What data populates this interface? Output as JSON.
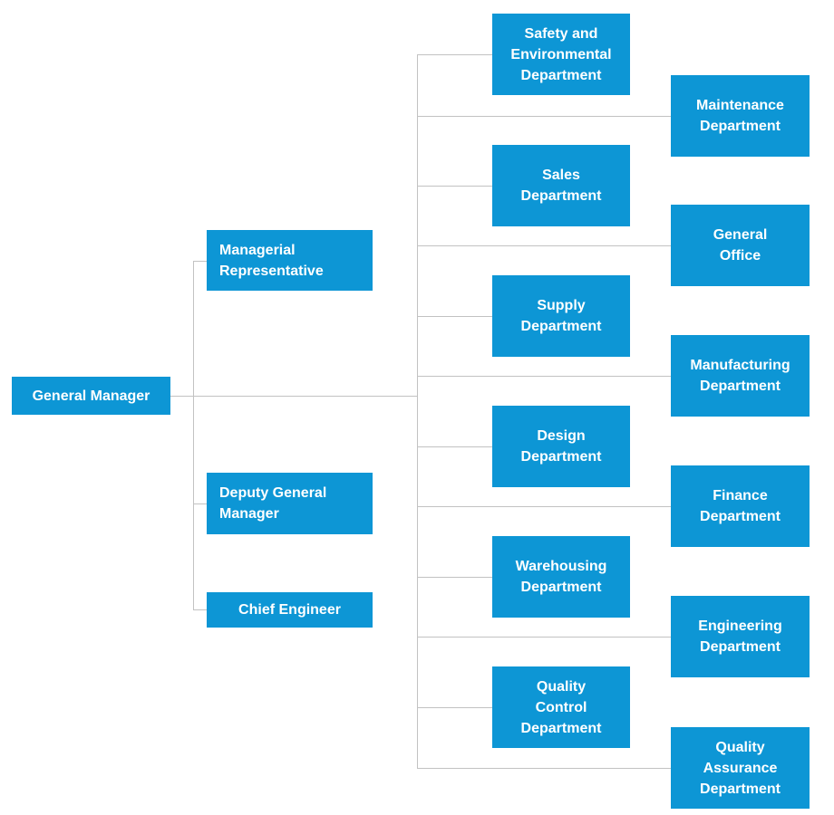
{
  "colors": {
    "node_fill": "#0d96d5",
    "node_text": "#ffffff",
    "connector": "#c2c2c2",
    "background": "#ffffff"
  },
  "chart": {
    "type": "org-chart"
  },
  "nodes": {
    "general_manager": {
      "label": "General Manager"
    },
    "managerial_representative": {
      "label": "Managerial\nRepresentative"
    },
    "deputy_general_manager": {
      "label": "Deputy General\nManager"
    },
    "chief_engineer": {
      "label": "Chief Engineer"
    },
    "safety_environmental": {
      "label": "Safety and\nEnvironmental\nDepartment"
    },
    "sales": {
      "label": "Sales\nDepartment"
    },
    "supply": {
      "label": "Supply\nDepartment"
    },
    "design": {
      "label": "Design\nDepartment"
    },
    "warehousing": {
      "label": "Warehousing\nDepartment"
    },
    "quality_control": {
      "label": "Quality\nControl\nDepartment"
    },
    "maintenance": {
      "label": "Maintenance\nDepartment"
    },
    "general_office": {
      "label": "General\nOffice"
    },
    "manufacturing": {
      "label": "Manufacturing\nDepartment"
    },
    "finance": {
      "label": "Finance\nDepartment"
    },
    "engineering": {
      "label": "Engineering\nDepartment"
    },
    "quality_assurance": {
      "label": "Quality\nAssurance\nDepartment"
    }
  },
  "edges": [
    "General Manager -> Managerial Representative",
    "General Manager -> Deputy General Manager",
    "General Manager -> Chief Engineer",
    "General Manager -> Safety and Environmental Department",
    "General Manager -> Maintenance Department",
    "General Manager -> Sales Department",
    "General Manager -> General Office",
    "General Manager -> Supply Department",
    "General Manager -> Manufacturing Department",
    "General Manager -> Design Department",
    "General Manager -> Finance Department",
    "General Manager -> Warehousing Department",
    "General Manager -> Engineering Department",
    "General Manager -> Quality Control Department",
    "General Manager -> Quality Assurance Department"
  ]
}
